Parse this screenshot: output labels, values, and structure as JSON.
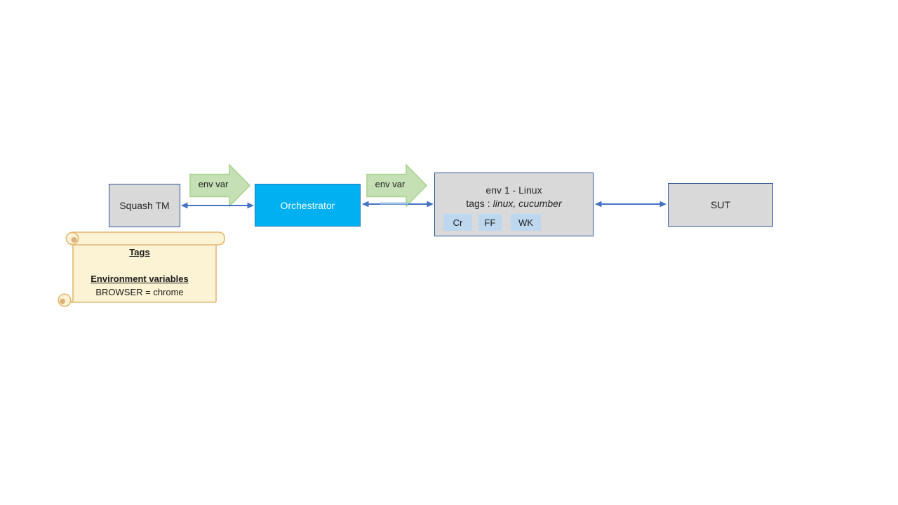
{
  "nodes": {
    "squash": {
      "label": "Squash TM"
    },
    "orchestrator": {
      "label": "Orchestrator"
    },
    "env": {
      "title": "env 1 - Linux",
      "tags_label": "tags :",
      "tags_value": "linux, cucumber",
      "browsers": [
        "Cr",
        "FF",
        "WK"
      ]
    },
    "sut": {
      "label": "SUT"
    }
  },
  "flow": {
    "env_var_label": "env var"
  },
  "note": {
    "title": "Tags",
    "heading": "Environment variables",
    "body": "BROWSER = chrome"
  },
  "colors": {
    "box_fill": "#D9D9D9",
    "box_border": "#2F5597",
    "orchestrator_fill": "#00B0F0",
    "orchestrator_border": "#2E75B6",
    "connector_blue": "#4472C4",
    "connector_light_blue": "#9DC3E6",
    "arrow_green_fill": "#C5E0B4",
    "arrow_green_border": "#A9D18E",
    "chip_fill": "#BDD7EE",
    "note_fill": "#FCF3D4",
    "note_border": "#E3B873"
  }
}
